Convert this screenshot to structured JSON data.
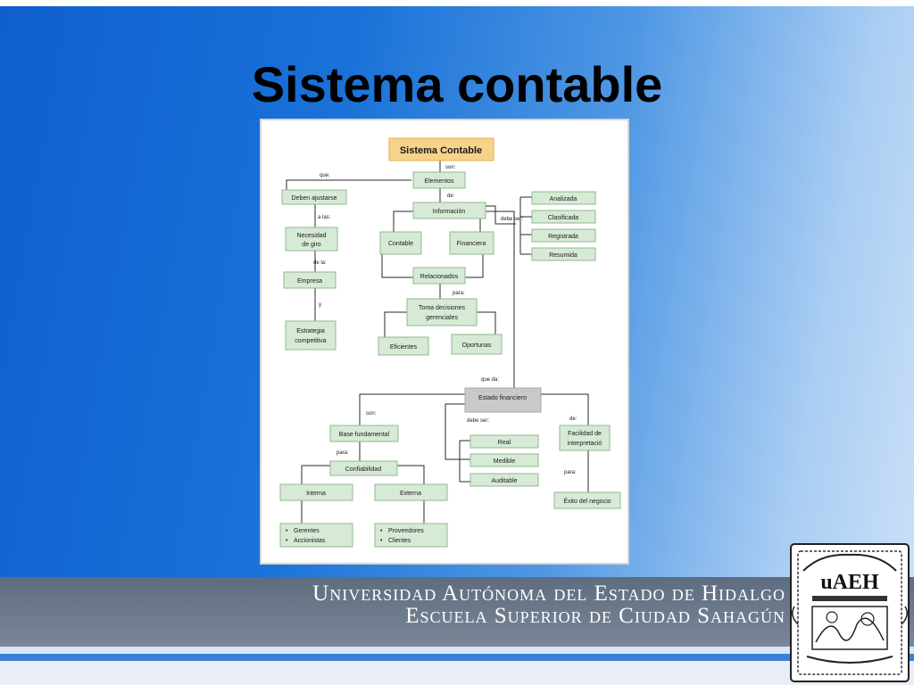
{
  "slide": {
    "title": "Sistema contable"
  },
  "footer": {
    "line1": "Universidad Autónoma del Estado de Hidalgo",
    "line2": "Escuela Superior de Ciudad Sahagún",
    "seal_text": "uAEH"
  },
  "diagram": {
    "root": "Sistema Contable",
    "elementos": "Elementos",
    "deben_ajustarse": "Deben ajustarse",
    "necesidad_giro_1": "Necesidad",
    "necesidad_giro_2": "de giro",
    "empresa": "Empresa",
    "estrategia_1": "Estrategia",
    "estrategia_2": "competitiva",
    "informacion": "Información",
    "contable": "Contable",
    "financiera": "Financiera",
    "relacionados": "Relacionados",
    "toma_decisiones_1": "Toma decisiones",
    "toma_decisiones_2": "gerenciales",
    "eficientes": "Eficientes",
    "oportunas": "Oportunas",
    "analizada": "Analizada",
    "clasificada": "Clasificada",
    "registrada": "Registrada",
    "resumida": "Resumida",
    "estado_financiero": "Estado financiero",
    "base_fundamental": "Base fundamental",
    "confiabilidad": "Confiabilidad",
    "interna": "Interna",
    "externa": "Externa",
    "gerentes": "Gerentes",
    "accionistas": "Accionistas",
    "proveedores": "Proveedores",
    "clientes": "Clientes",
    "real": "Real",
    "medible": "Medible",
    "auditable": "Auditable",
    "facilidad_1": "Facilidad de",
    "facilidad_2": "interpretació",
    "exito": "Éxito del negocio",
    "lbl_son1": "son:",
    "lbl_que": "que:",
    "lbl_de": "de:",
    "lbl_a_las": "a las:",
    "lbl_de_la": "de la:",
    "lbl_y": "y",
    "lbl_debe_ser1": "debe ser:",
    "lbl_para1": "para:",
    "lbl_que_da": "que da:",
    "lbl_son2": "son:",
    "lbl_debe_ser2": "debe ser:",
    "lbl_de2": "de:",
    "lbl_para2": "para:",
    "lbl_para3": "para:",
    "bullet": "•"
  }
}
